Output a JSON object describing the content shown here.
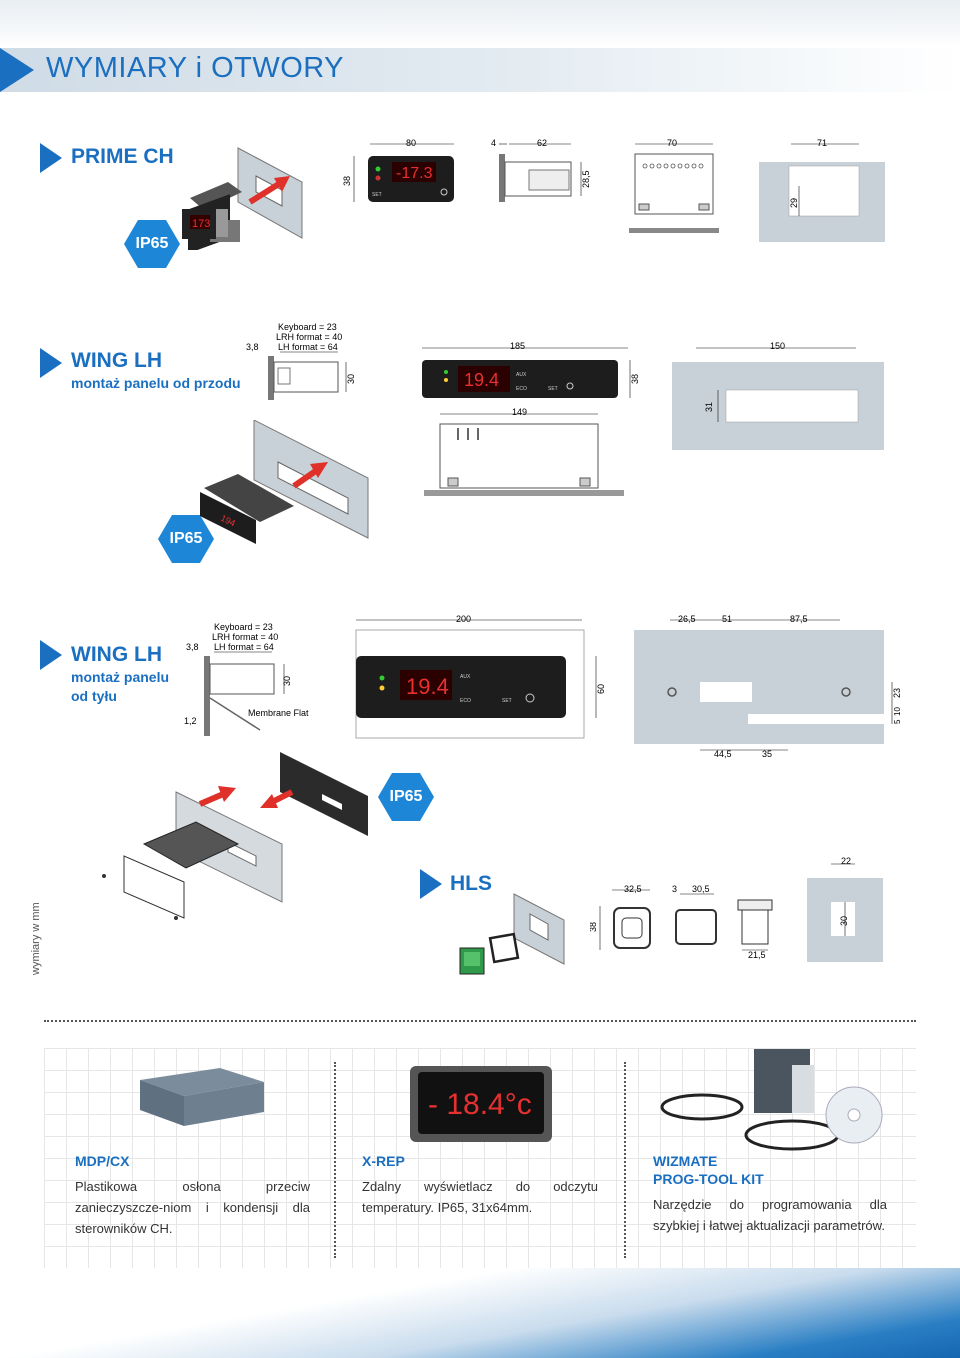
{
  "header": {
    "title": "WYMIARY i OTWORY"
  },
  "sections": {
    "prime": {
      "title": "PRIME CH",
      "badge": "IP65",
      "dims": {
        "height": "38",
        "width": "80",
        "d1": "4",
        "d2": "62",
        "d3": "28,5",
        "d4": "70",
        "cut_w": "71",
        "cut_h": "29"
      },
      "display": "-17.3"
    },
    "wing_front": {
      "title": "WING LH",
      "subtitle": "montaż panelu od przodu",
      "badge": "IP65",
      "notes": [
        "Keyboard = 23",
        "LRH format = 40",
        "LH format = 64"
      ],
      "dims": {
        "d1": "3,8",
        "d2": "30",
        "width": "185",
        "height": "38",
        "depth": "149",
        "cut_w": "150",
        "cut_h": "31"
      },
      "display": "19.4",
      "keys": [
        "AUX",
        "ECO",
        "SET"
      ]
    },
    "wing_back": {
      "title": "WING LH",
      "subtitle_lines": [
        "montaż panelu",
        "od tyłu"
      ],
      "badge": "IP65",
      "notes": [
        "Keyboard = 23",
        "LRH format = 40",
        "LH format = 64"
      ],
      "dims": {
        "d1": "3,8",
        "d2": "30",
        "d3": "1,2",
        "width": "200",
        "height": "60",
        "a": "26,5",
        "b": "51",
        "c": "87,5",
        "e": "44,5",
        "f": "35",
        "g": "5",
        "h": "10",
        "i": "23"
      },
      "membrane": "Membrane Flat",
      "display": "19.4",
      "keys": [
        "AUX",
        "ECO",
        "SET"
      ]
    },
    "hls": {
      "title": "HLS",
      "dims": {
        "h": "38",
        "a": "32,5",
        "b": "3",
        "c": "30,5",
        "d": "21,5",
        "cut_w": "22",
        "cut_h": "30"
      }
    }
  },
  "side_note": "wymiary w mm",
  "accessories": [
    {
      "title": "MDP/CX",
      "description": "Plastikowa osłona przeciw zanieczyszcze-niom i kondensji dla sterowników CH."
    },
    {
      "title": "X-REP",
      "description": "Zdalny wyświetlacz do odczytu temperatury. IP65, 31x64mm.",
      "display": "- 18.4°c"
    },
    {
      "title_lines": [
        "WIZMATE",
        "PROG-TOOL KIT"
      ],
      "description": "Narzędzie do programowania dla szybkiej i łatwej aktualizacji parametrów."
    }
  ],
  "colors": {
    "accent": "#1b6fc0",
    "badge": "#1e86d6",
    "panel": "#c9d1d8",
    "arrow": "#e0302a"
  }
}
